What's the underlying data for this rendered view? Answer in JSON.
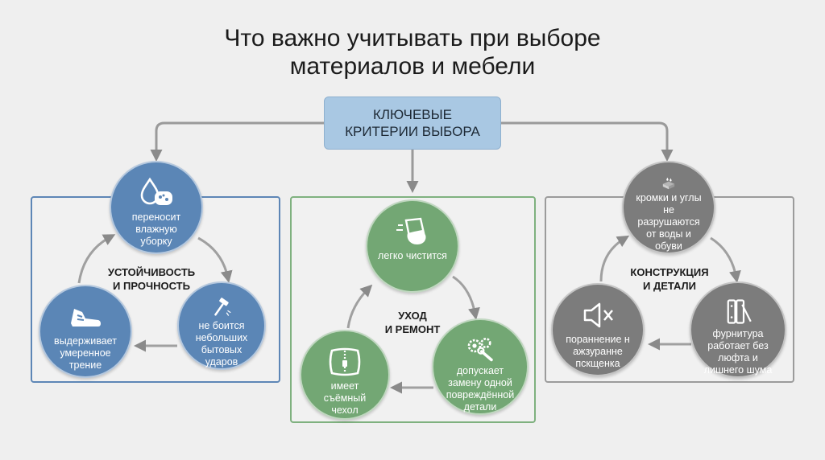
{
  "title": {
    "line1": "Что важно учитывать при выборе",
    "line2": "материалов и мебели"
  },
  "root": {
    "line1": "КЛЮЧЕВЫЕ",
    "line2": "КРИТЕРИИ ВЫБОРА"
  },
  "groups": [
    {
      "label_line1": "УСТОЙЧИВОСТЬ",
      "label_line2": "И ПРОЧНОСТЬ",
      "color": "#5b86b6",
      "nodes": [
        {
          "text": "переносит влажную уборку",
          "icon": "water-drop-sponge-icon"
        },
        {
          "text": "не боится небольших бытовых ударов",
          "icon": "hammer-icon"
        },
        {
          "text": "выдерживает умеренное трение",
          "icon": "sneaker-icon"
        }
      ]
    },
    {
      "label_line1": "УХОД",
      "label_line2": "И РЕМОНТ",
      "color": "#73a774",
      "nodes": [
        {
          "text": "легко чистится",
          "icon": "wiping-hand-icon"
        },
        {
          "text": "допускает замену одной повреждённой детали",
          "icon": "gears-wrench-icon"
        },
        {
          "text": "имеет съёмный чехол",
          "icon": "zipper-cover-icon"
        }
      ]
    },
    {
      "label_line1": "КОНСТРУКЦИЯ",
      "label_line2": "И ДЕТАЛИ",
      "color": "#7c7c7c",
      "nodes": [
        {
          "text": "кромки и углы не разрушаются от воды и обуви",
          "icon": "edge-drops-icon"
        },
        {
          "text": "фурнитура работает без люфта и лишнего шума",
          "icon": "hinge-icon"
        },
        {
          "text": "пораннение н ажзуранне пскщенка",
          "icon": "speaker-mute-icon"
        }
      ]
    }
  ]
}
